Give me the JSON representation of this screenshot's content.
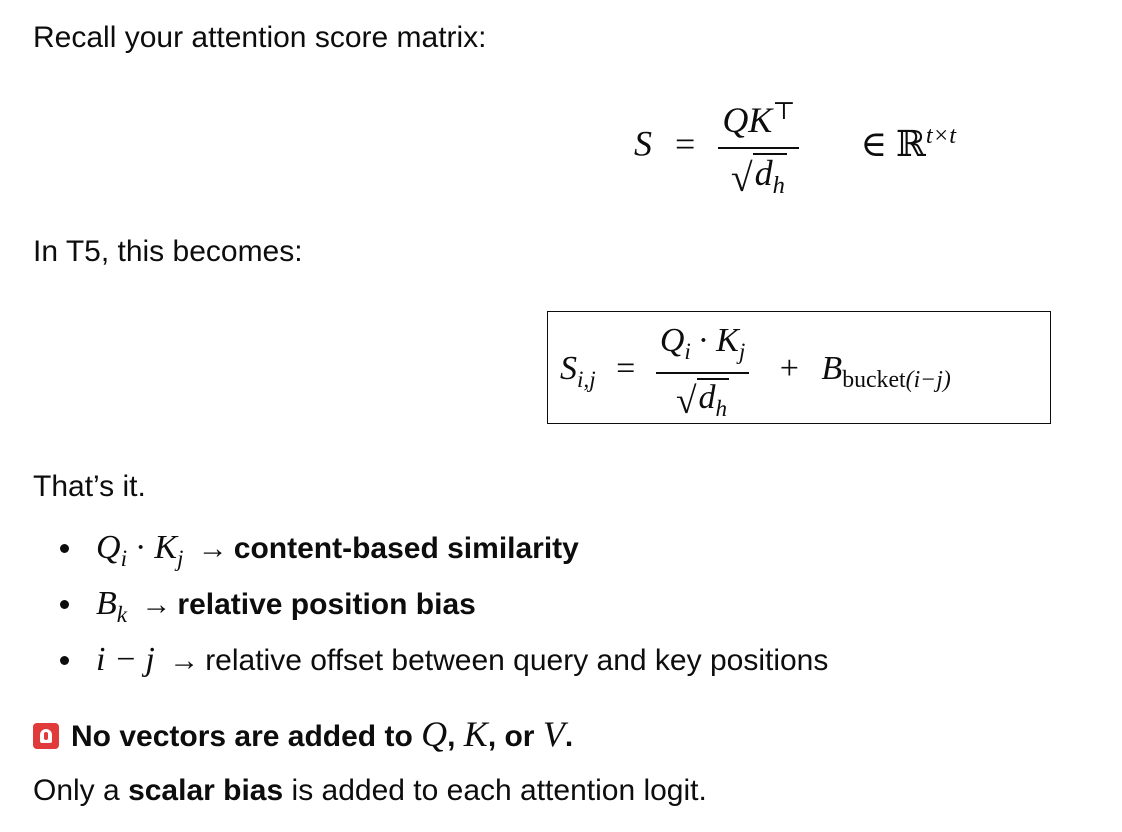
{
  "intro": "Recall your attention score matrix:",
  "eq1": {
    "lhs": "S",
    "equals": "=",
    "num": "QK",
    "num_sup": "⊤",
    "den": "d",
    "den_sub": "h",
    "in": "∈",
    "space": "ℝ",
    "space_sup": "t×t"
  },
  "t5_line": "In T5, this becomes:",
  "eq2": {
    "lhs": "S",
    "lhs_sub": "i,j",
    "equals": "=",
    "num_q": "Q",
    "num_q_sub": "i",
    "num_dot": "·",
    "num_k": "K",
    "num_k_sub": "j",
    "den": "d",
    "den_sub": "h",
    "plus": "+",
    "b": "B",
    "b_sub_text": "bucket",
    "b_sub_math": "(i−j)"
  },
  "thats_it": "That’s it.",
  "bullets": [
    {
      "math_a": "Q",
      "math_a_sub": "i",
      "dot": "·",
      "math_b": "K",
      "math_b_sub": "j",
      "arrow": "→",
      "text": "content-based similarity",
      "bold": true
    },
    {
      "math_a": "B",
      "math_a_sub": "k",
      "arrow": "→",
      "text": "relative position bias",
      "bold": true
    },
    {
      "math_a": "i − j",
      "arrow": "→",
      "text": "relative offset between query and key positions",
      "bold": false
    }
  ],
  "alert": {
    "icon": "rotating-light-icon",
    "pre": "No vectors are added to",
    "q": "Q",
    "comma1": ",",
    "k": "K",
    "comma2": ", or",
    "v": "V",
    "period": "."
  },
  "closing": {
    "pre": "Only a",
    "bold": "scalar bias",
    "post": "is added to each attention logit."
  }
}
